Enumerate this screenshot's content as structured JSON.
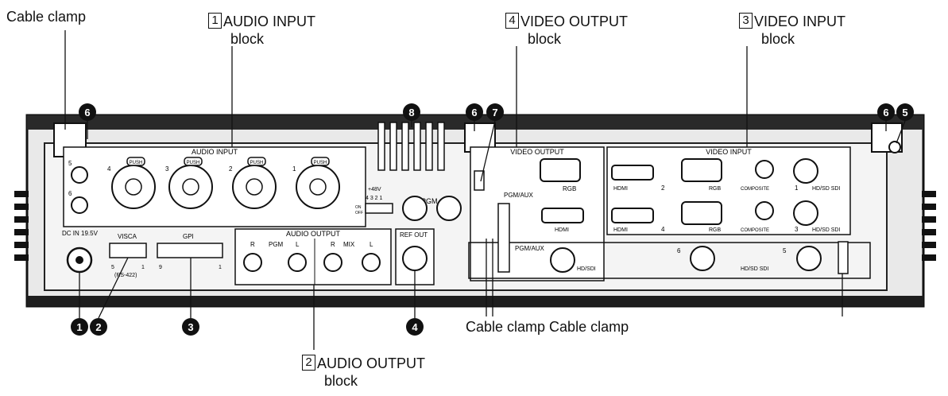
{
  "callouts": {
    "cable_clamp_top": "Cable clamp",
    "audio_input": {
      "num": "1",
      "title": "AUDIO INPUT",
      "sub": "block"
    },
    "video_output": {
      "num": "4",
      "title": "VIDEO OUTPUT",
      "sub": "block"
    },
    "video_input": {
      "num": "3",
      "title": "VIDEO INPUT",
      "sub": "block"
    },
    "audio_output": {
      "num": "2",
      "title": "AUDIO OUTPUT",
      "sub": "block"
    },
    "cable_clamp_bottom": "Cable clamp Cable clamp"
  },
  "markers": [
    "1",
    "2",
    "3",
    "4",
    "5",
    "6",
    "6",
    "6",
    "7",
    "8"
  ],
  "panel_labels": {
    "audio_input": "AUDIO INPUT",
    "video_output": "VIDEO OUTPUT",
    "video_input": "VIDEO INPUT",
    "audio_output": "AUDIO OUTPUT",
    "pgm": "PGM",
    "ref_out": "REF OUT",
    "dc_in": "DC IN 19.5V",
    "visca": "VISCA",
    "rs422": "(RS-422)",
    "gpi": "GPI",
    "plus48v": "+48V",
    "phantom_nums": "4 3 2 1",
    "on": "ON",
    "off": "OFF",
    "rgb": "RGB",
    "hdmi": "HDMI",
    "pgm_aux": "PGM/AUX",
    "hd_sdi": "HD/SDI",
    "composite": "COMPOSITE",
    "hd_sd_sdi": "HD/SD SDI",
    "hd_sd_sdi_short": "HD/SD SDI",
    "mix": "MIX",
    "r": "R",
    "l": "L",
    "push": "PUSH",
    "vin_1": "1",
    "vin_2": "2",
    "vin_3": "3",
    "vin_4": "4",
    "vin_5": "5",
    "vin_6": "6",
    "ain_1": "1",
    "ain_2": "2",
    "ain_3": "3",
    "ain_4": "4",
    "ain_5": "5",
    "ain_6": "6",
    "visca_5": "5",
    "visca_1": "1",
    "gpi_9": "9",
    "gpi_1": "1"
  }
}
